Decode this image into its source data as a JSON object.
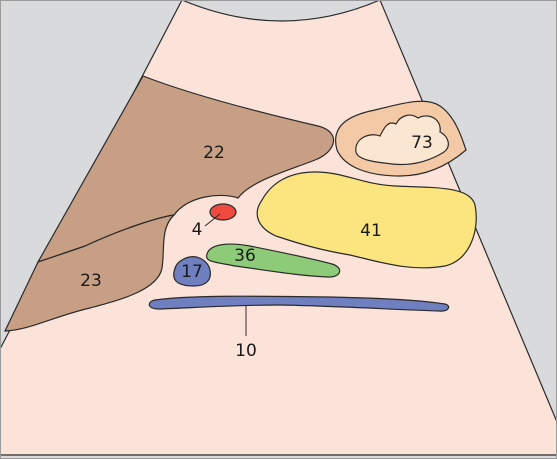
{
  "colors": {
    "background": "#d9dadc",
    "field": "#fbe3d9",
    "border": "#2a2a2a",
    "structure_22": "#c79f85",
    "structure_23": "#c79f85",
    "structure_73_outer": "#f3c9a6",
    "structure_73_inner": "#fbe6d2",
    "structure_41": "#fbe57f",
    "structure_36": "#8dcb78",
    "structure_17": "#6f7fbf",
    "structure_10": "#6f7fbf",
    "structure_4": "#ef4a40"
  },
  "labels": {
    "l22": "22",
    "l23": "23",
    "l73": "73",
    "l41": "41",
    "l36": "36",
    "l17": "17",
    "l4": "4",
    "l10": "10"
  }
}
